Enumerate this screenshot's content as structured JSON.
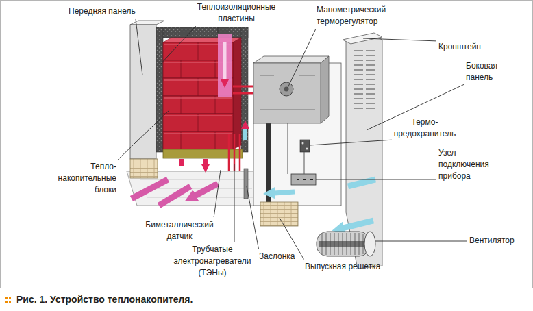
{
  "diagram": {
    "caption": "Рис. 1. Устройство теплонакопителя.",
    "labels": [
      "Передняя панель",
      "Теплоизоляционные пластины",
      "Манометрический терморегулятор",
      "Кронштейн",
      "Боковая панель",
      "Термо- предохранитель",
      "Узел подключения прибора",
      "Тепло- накопительные блоки",
      "Биметаллический датчик",
      "Трубчатые электронагреватели (ТЭНы)",
      "Заслонка",
      "Выпускная решетка",
      "Вентилятор"
    ]
  }
}
